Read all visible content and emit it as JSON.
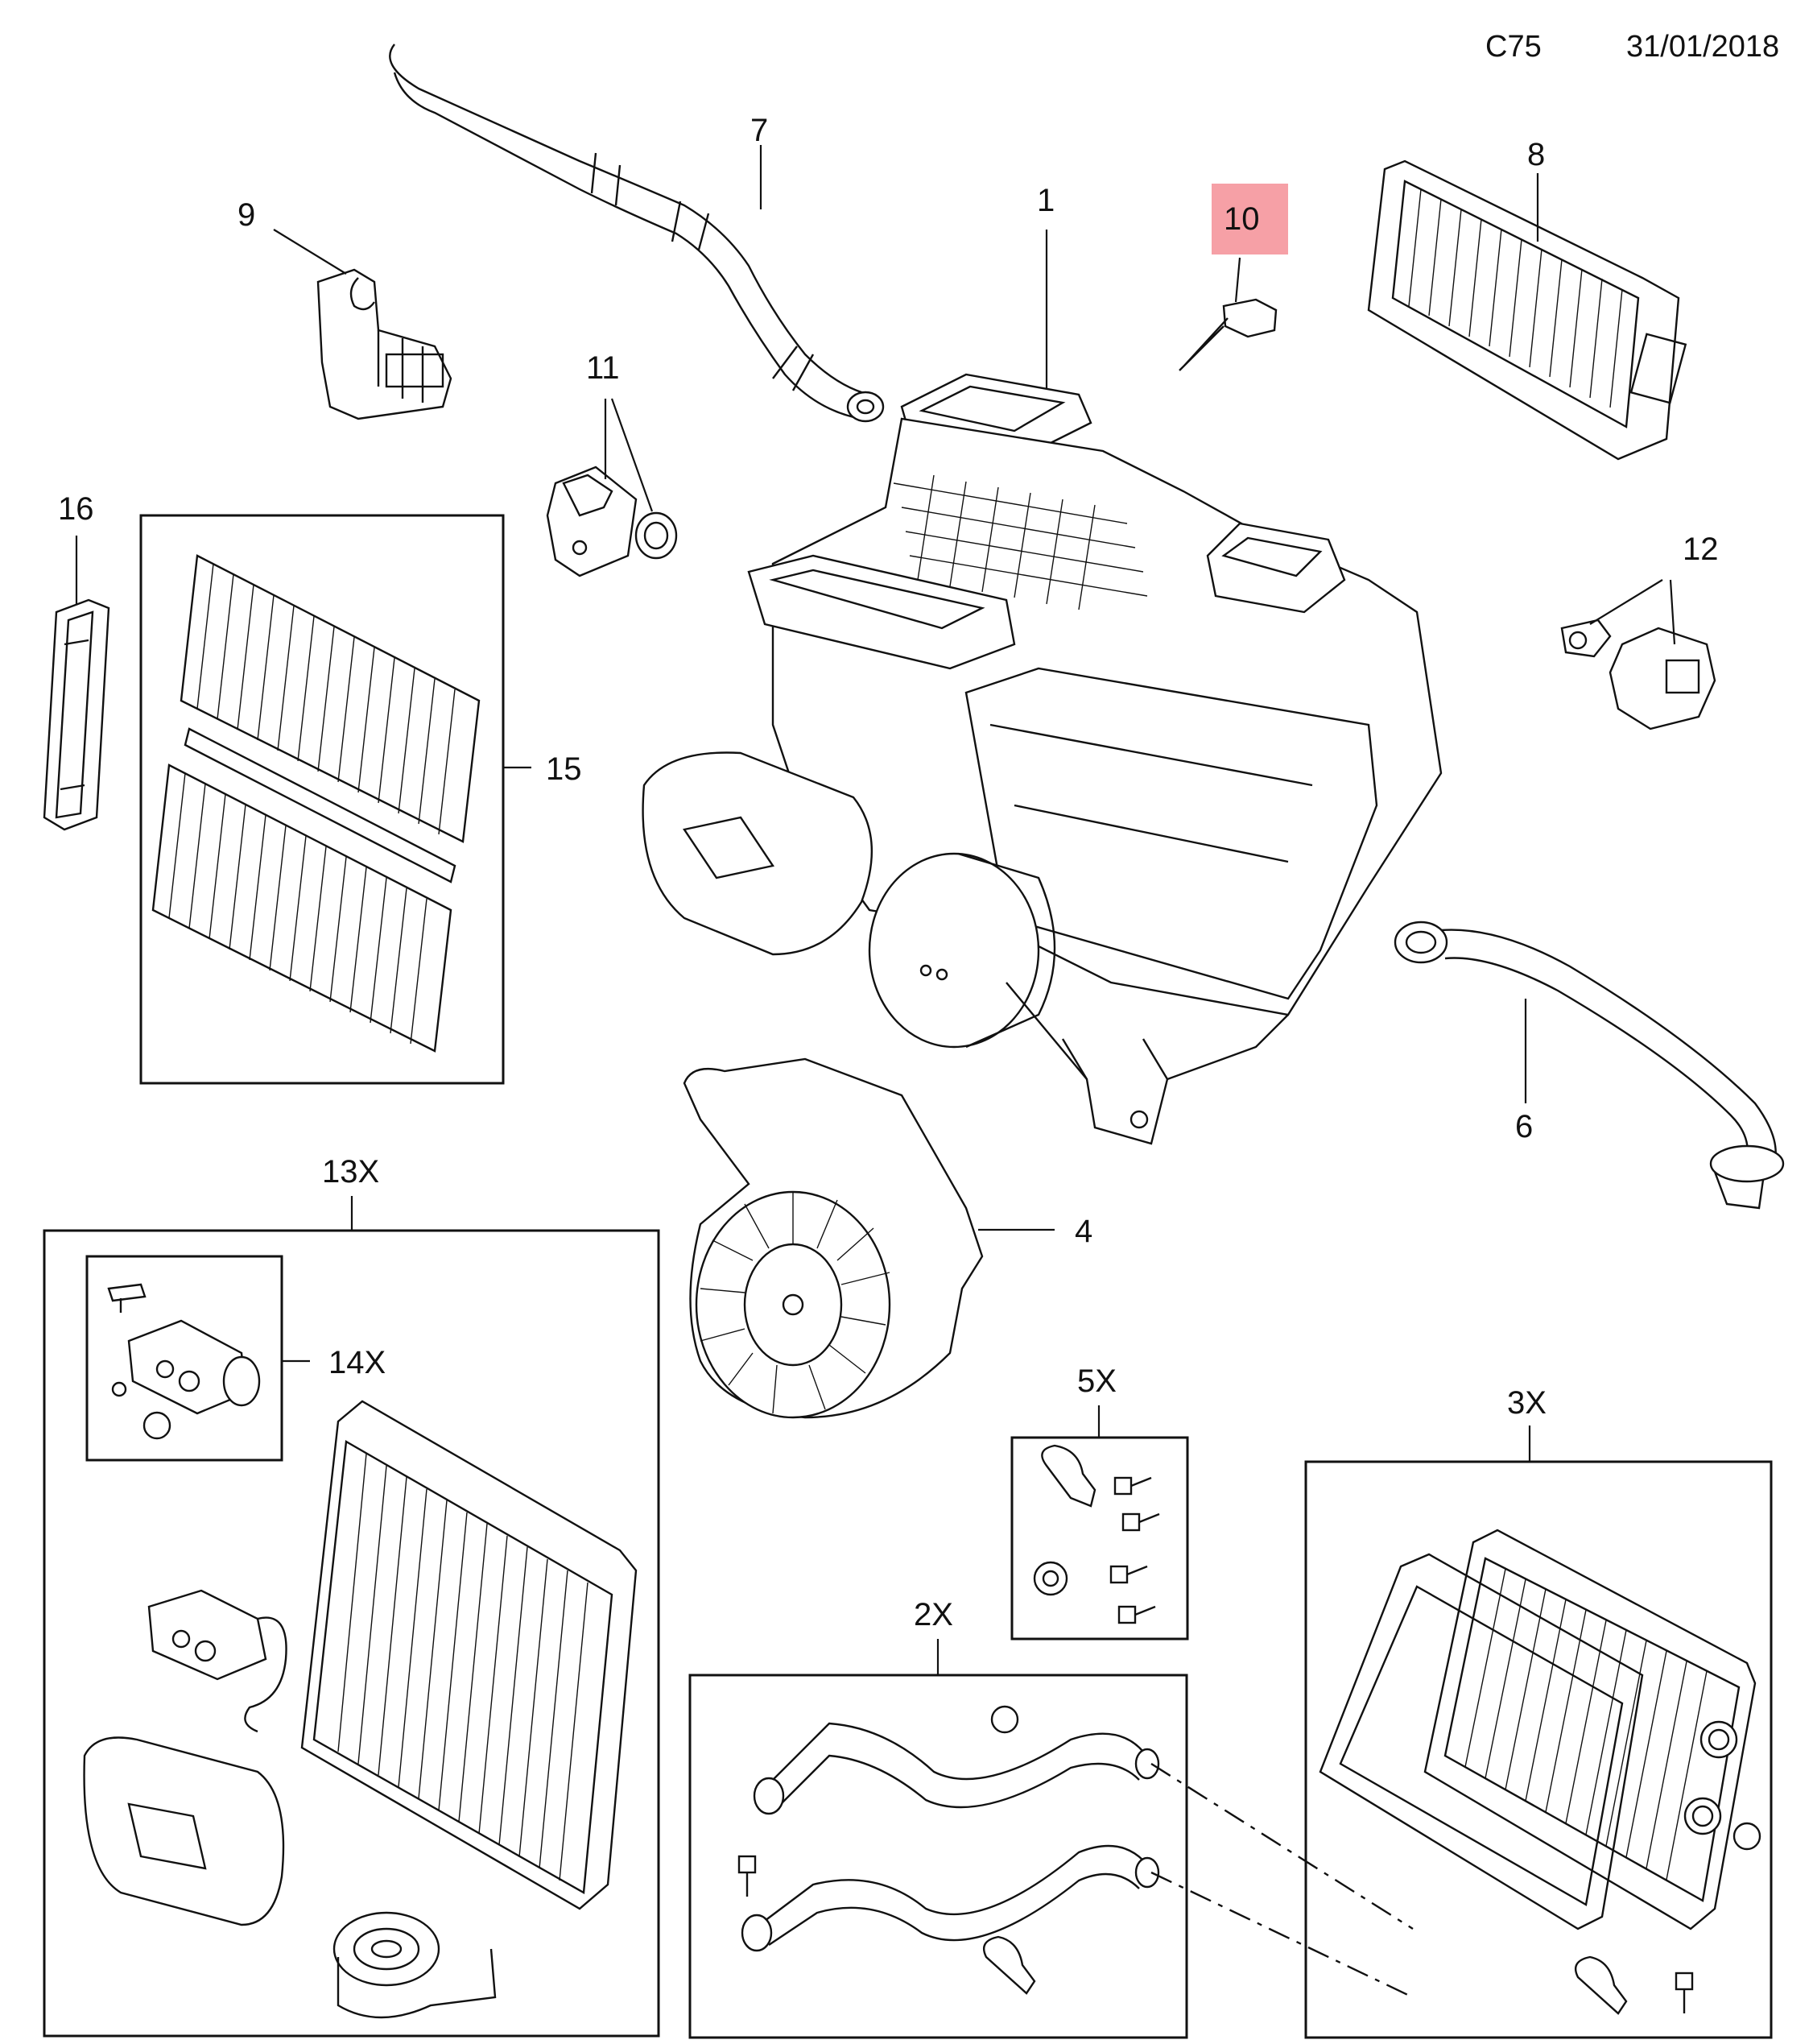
{
  "header": {
    "code": "C75",
    "date": "31/01/2018"
  },
  "highlight_color": "#f6a0a6",
  "labels": {
    "p1": "1",
    "p2x": "2X",
    "p3x": "3X",
    "p4": "4",
    "p5x": "5X",
    "p6": "6",
    "p7": "7",
    "p8": "8",
    "p9": "9",
    "p10": "10",
    "p11": "11",
    "p12": "12",
    "p13x": "13X",
    "p14x": "14X",
    "p15": "15",
    "p16": "16"
  },
  "highlighted_part": "10"
}
